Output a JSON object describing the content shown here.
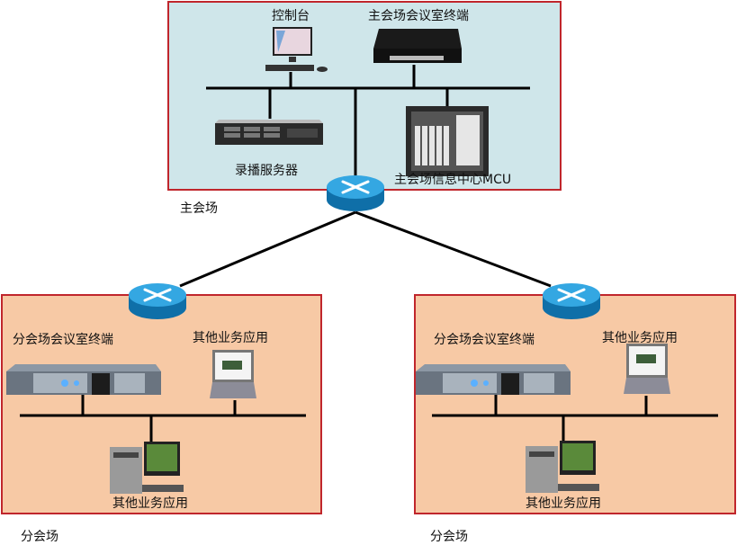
{
  "main_site": {
    "zone_label": "主会场",
    "console_label": "控制台",
    "terminal_label": "主会场会议室终端",
    "recorder_label": "录播服务器",
    "mcu_label": "主会场信息中心MCU"
  },
  "branch_sites": [
    {
      "zone_label": "分会场",
      "terminal_label": "分会场会议室终端",
      "laptop_label": "其他业务应用",
      "pc_label": "其他业务应用"
    },
    {
      "zone_label": "分会场",
      "terminal_label": "分会场会议室终端",
      "laptop_label": "其他业务应用",
      "pc_label": "其他业务应用"
    }
  ],
  "colors": {
    "main_zone_fill": "#cfe6ea",
    "branch_zone_fill": "#f7c9a5",
    "zone_border": "#c0262c",
    "router_blue": "#1b8fcf"
  }
}
